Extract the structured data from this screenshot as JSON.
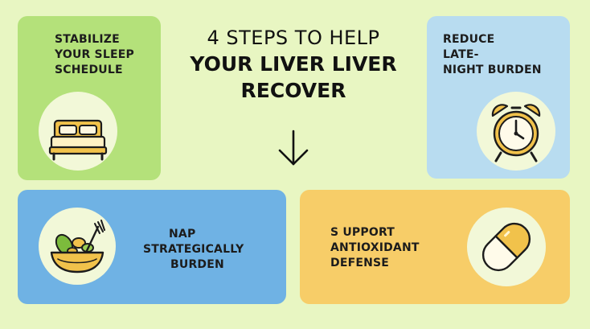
{
  "title": {
    "line1": "4 STEPS TO HELP",
    "line2": "YOUR LIVER LIVER",
    "line3": "RECOVER"
  },
  "cards": [
    {
      "id": "sleep",
      "lines": [
        "STABILIZE",
        "YOUR SLEEP",
        "SCHEDULE"
      ],
      "icon": "bed-icon",
      "color": "#b4e17a"
    },
    {
      "id": "late",
      "lines": [
        "REDUCE",
        "LATE-",
        "NIGHT BURDEN"
      ],
      "icon": "alarm-clock-icon",
      "color": "#b8dcf0"
    },
    {
      "id": "nap",
      "lines": [
        "NAP",
        "STRATEGICALLY",
        "BURDEN"
      ],
      "icon": "salad-bowl-icon",
      "color": "#6fb2e4"
    },
    {
      "id": "antiox",
      "lines": [
        "S UPPORT",
        "ANTIOXIDANT",
        "DEFENSE"
      ],
      "icon": "capsule-icon",
      "color": "#f7cd68"
    }
  ],
  "flow_icon": "arrow-down-icon",
  "background": "#e8f6c2"
}
